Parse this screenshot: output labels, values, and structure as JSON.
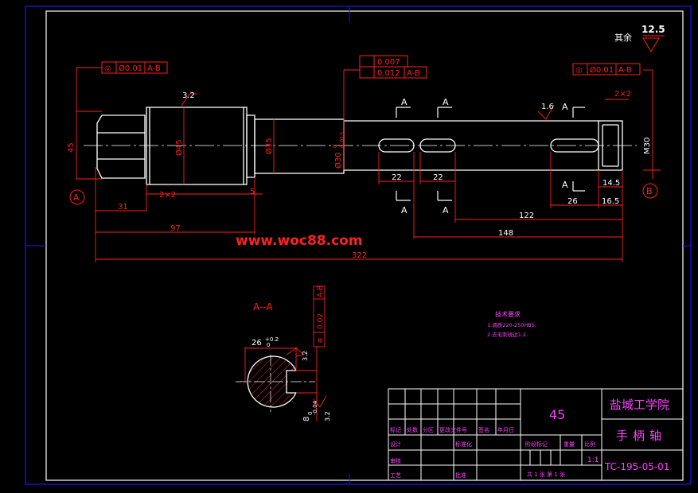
{
  "drawing": {
    "surface_finish_label": "其余",
    "surface_finish_value": "12.5",
    "fcf_left": {
      "symbol": "◎",
      "tolerance": "Ø0.01",
      "datum": "A-B"
    },
    "fcf_mid_1": {
      "tolerance": "0.007"
    },
    "fcf_mid_2": {
      "tolerance": "0.012",
      "datum": "A-B"
    },
    "fcf_right": {
      "symbol": "◎",
      "tolerance": "Ø0.01",
      "datum": "A-B"
    },
    "roughness_32": "3.2",
    "roughness_16": "1.6",
    "diameters": {
      "d1": "Ø45",
      "d2": "Ø35",
      "d3": "Ø30",
      "tol": "0.013",
      "tol0": "0",
      "thread": "M30",
      "hex": "45"
    },
    "dims": {
      "c2x2_left": "2×2",
      "c2x2_right": "2×2",
      "d5": "5",
      "d31": "31",
      "d97": "97",
      "d322": "322",
      "d22a": "22",
      "d22b": "22",
      "d122": "122",
      "d148": "148",
      "d26": "26",
      "d16_5": "16.5",
      "d14_5": "14.5"
    },
    "section_marks": {
      "a": "A"
    },
    "datum_a": "A",
    "datum_b": "B",
    "watermark": "www.woc88.com",
    "section_title": "A--A",
    "section_dims": {
      "width": "26",
      "width_tol": "+0.2",
      "width_tol2": "0",
      "depth": "8",
      "depth_tol": "0",
      "depth_tol2": "-0.04",
      "roughness": "3.2",
      "sym_fcf": {
        "symbol": "≡",
        "tolerance": "0.02",
        "datum": "A-B"
      }
    },
    "tech_requirements": {
      "title": "技术要求",
      "items": [
        "1.调质220-250HBS;",
        "2.去毛刺锐边1.2."
      ]
    }
  },
  "title_block": {
    "material": "45",
    "school": "盐城工学院",
    "part_name": "手柄轴",
    "drawing_no": "TC-195-05-01",
    "scale_value": "1:1",
    "headers": [
      "标记",
      "处数",
      "分区",
      "更改文件号",
      "签名",
      "年月日"
    ],
    "row_design": "设计",
    "row_standard": "标准化",
    "row_review": "审核",
    "row_process": "工艺",
    "row_approve": "批准",
    "stage_label": "阶段标记",
    "weight_label": "重量",
    "scale_label": "比例",
    "sheet_info": "共 1 张 第 1 张"
  },
  "colors": {
    "frame": "#1818ff",
    "outline": "#ffffff",
    "dim": "#ff2020",
    "text": "#ff40ff"
  }
}
